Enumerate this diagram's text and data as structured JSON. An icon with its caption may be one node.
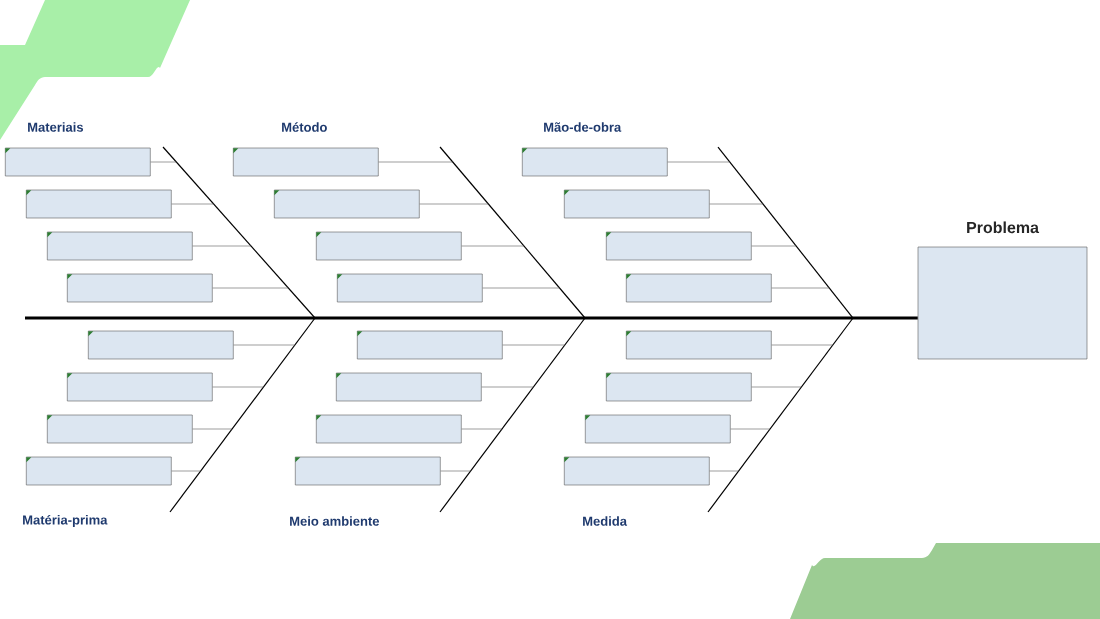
{
  "diagram": {
    "nodes": [
      {
        "text": [],
        "shape": "box"
      },
      {
        "text": [],
        "shape": "box"
      },
      {
        "text": [],
        "shape": "box"
      },
      {
        "text": [],
        "shape": "box"
      },
      {
        "text": [],
        "shape": "box"
      },
      {
        "text": [],
        "shape": "box"
      },
      {
        "text": [],
        "shape": "box"
      },
      {
        "text": [],
        "shape": "box"
      },
      {
        "text": [],
        "shape": "box"
      },
      {
        "text": [],
        "shape": "box"
      },
      {
        "text": [],
        "shape": "box"
      },
      {
        "text": [],
        "shape": "box"
      },
      {
        "text": [],
        "shape": "box"
      },
      {
        "text": [],
        "shape": "box"
      },
      {
        "text": [],
        "shape": "box"
      },
      {
        "text": [],
        "shape": "box"
      },
      {
        "text": [],
        "shape": "box"
      },
      {
        "text": [],
        "shape": "box"
      },
      {
        "text": [],
        "shape": "box"
      },
      {
        "text": [],
        "shape": "box"
      },
      {
        "text": [],
        "shape": "box"
      },
      {
        "text": [],
        "shape": "box"
      },
      {
        "text": [],
        "shape": "box"
      },
      {
        "text": [],
        "shape": "box"
      },
      {
        "text": [
          "Problema"
        ]
      }
    ],
    "edges": [
      {
        "from": 0,
        "to": null,
        "arrow": "none"
      },
      {
        "from": 1,
        "to": null,
        "arrow": "none"
      },
      {
        "from": 2,
        "to": null,
        "arrow": "none"
      },
      {
        "from": 3,
        "to": null,
        "arrow": "none"
      },
      {
        "from": 4,
        "to": null,
        "arrow": "none"
      },
      {
        "from": 5,
        "to": null,
        "arrow": "none"
      },
      {
        "from": 6,
        "to": null,
        "arrow": "none"
      },
      {
        "from": 7,
        "to": null,
        "arrow": "none"
      },
      {
        "from": 8,
        "to": null,
        "arrow": "none"
      },
      {
        "from": 9,
        "to": null,
        "arrow": "none"
      },
      {
        "from": 10,
        "to": null,
        "arrow": "none"
      },
      {
        "from": 11,
        "to": null,
        "arrow": "none"
      },
      {
        "from": 12,
        "to": null,
        "arrow": "none"
      },
      {
        "from": 13,
        "to": null,
        "arrow": "none"
      },
      {
        "from": 14,
        "to": null,
        "arrow": "none"
      },
      {
        "from": 15,
        "to": null,
        "arrow": "none"
      },
      {
        "from": 16,
        "to": null,
        "arrow": "none"
      },
      {
        "from": 17,
        "to": null,
        "arrow": "none"
      },
      {
        "from": 18,
        "to": null,
        "arrow": "none"
      },
      {
        "from": 19,
        "to": null,
        "arrow": "none"
      },
      {
        "from": 20,
        "to": null,
        "arrow": "none"
      },
      {
        "from": 21,
        "to": null,
        "arrow": "none"
      },
      {
        "from": 22,
        "to": null,
        "arrow": "none"
      },
      {
        "from": 23,
        "to": null,
        "arrow": "none"
      },
      {
        "from": null,
        "to": 24,
        "arrow": "none",
        "style": "thick"
      }
    ],
    "labels": [
      "Materiais",
      "Método",
      "Mão-de-obra",
      "Matéria-prima",
      "Meio ambiente",
      "Medida"
    ]
  }
}
